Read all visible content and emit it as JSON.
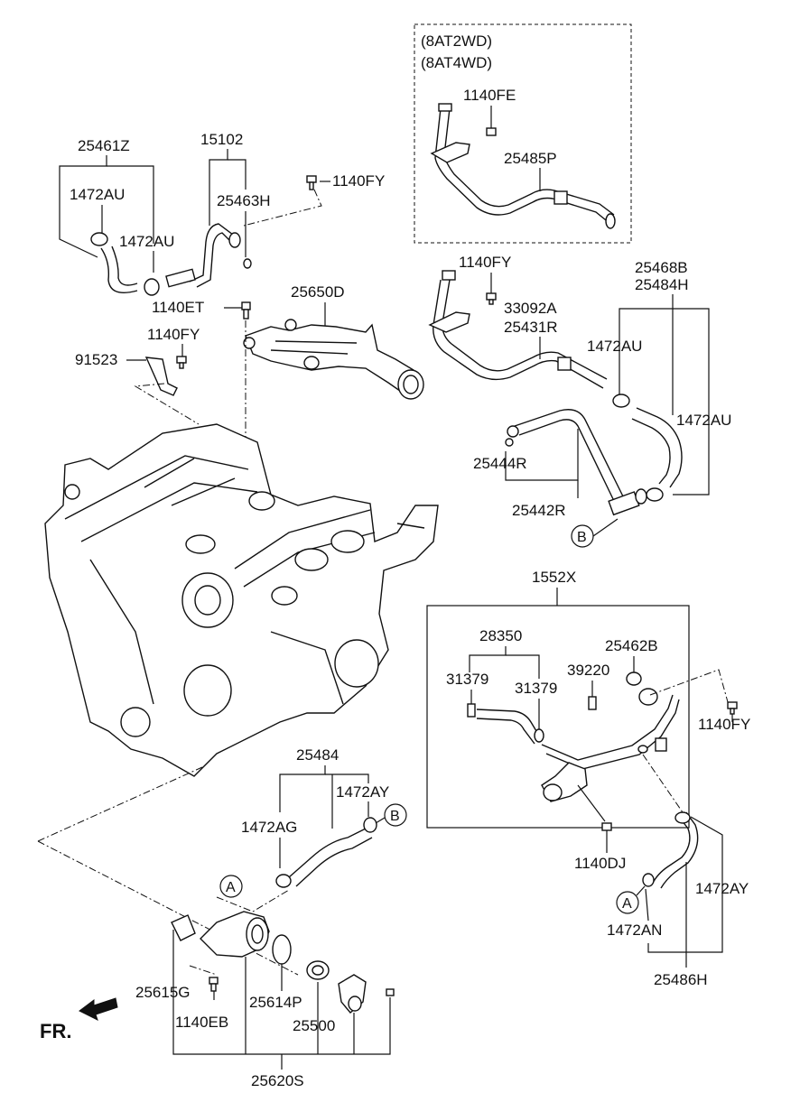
{
  "labels": {
    "variant1": "(8AT2WD)",
    "variant2": "(8AT4WD)",
    "p1140FE": "1140FE",
    "p25485P": "25485P",
    "p25461Z": "25461Z",
    "p15102": "15102",
    "p1472AU_a": "1472AU",
    "p25463H": "25463H",
    "p1140FY_a": "1140FY",
    "p1472AU_b": "1472AU",
    "p25650D": "25650D",
    "p1140ET": "1140ET",
    "p1140FY_b": "1140FY",
    "p91523": "91523",
    "p1140FY_c": "1140FY",
    "p25468B": "25468B",
    "p25484H": "25484H",
    "p33092A": "33092A",
    "p25431R": "25431R",
    "p1472AU_c": "1472AU",
    "p1472AU_d": "1472AU",
    "p25444R": "25444R",
    "p25442R": "25442R",
    "p1552X": "1552X",
    "p28350": "28350",
    "p25462B": "25462B",
    "p31379_a": "31379",
    "p31379_b": "31379",
    "p39220": "39220",
    "p1140FY_d": "1140FY",
    "p1140DJ": "1140DJ",
    "p25484": "25484",
    "p1472AY_a": "1472AY",
    "p1472AG": "1472AG",
    "p1472AY_b": "1472AY",
    "p1472AN": "1472AN",
    "p25486H": "25486H",
    "p25615G": "25615G",
    "p1140EB": "1140EB",
    "p25614P": "25614P",
    "p25500": "25500",
    "p25620S": "25620S",
    "refA1": "A",
    "refA2": "A",
    "refB1": "B",
    "refB2": "B",
    "front": "FR."
  }
}
